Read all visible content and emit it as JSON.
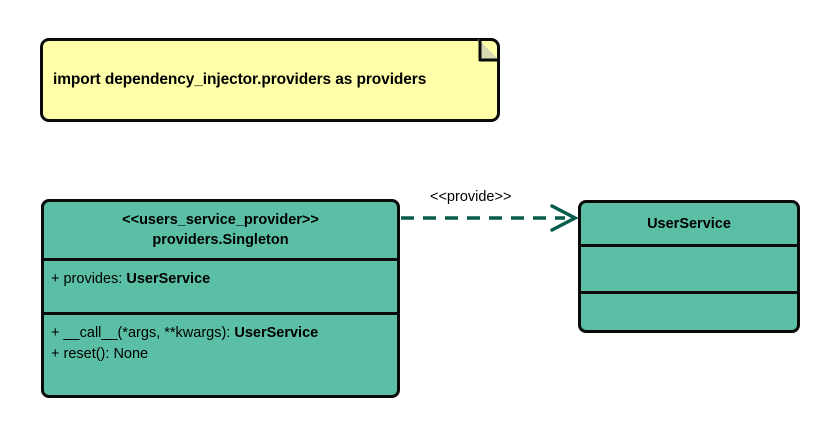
{
  "diagram": {
    "type": "uml-class-diagram",
    "background": "#ffffff",
    "colors": {
      "note_fill": "#ffffaa",
      "class_fill": "#5bbfa5",
      "border": "#0a0a0a",
      "connector": "#085c4c"
    },
    "note": {
      "name": "import-note",
      "text": "import dependency_injector.providers as providers",
      "corner_icon": "folded-corner-icon"
    },
    "classes": [
      {
        "id": "provider",
        "title_lines": [
          "<<users_service_provider>>",
          "providers.Singleton"
        ],
        "attributes": [
          {
            "prefix": "+ provides: ",
            "bold": "UserService"
          }
        ],
        "methods": [
          {
            "prefix": "+ __call__(*args, **kwargs): ",
            "bold": "UserService"
          },
          {
            "prefix": "+ reset(): None",
            "bold": ""
          }
        ]
      },
      {
        "id": "service",
        "title_lines": [
          "UserService"
        ],
        "attributes": [],
        "methods": []
      }
    ],
    "connector": {
      "name": "provide-dependency-arrow",
      "label": "<<provide>>",
      "style": "dashed",
      "arrowhead": "open",
      "color": "#085c4c"
    }
  }
}
